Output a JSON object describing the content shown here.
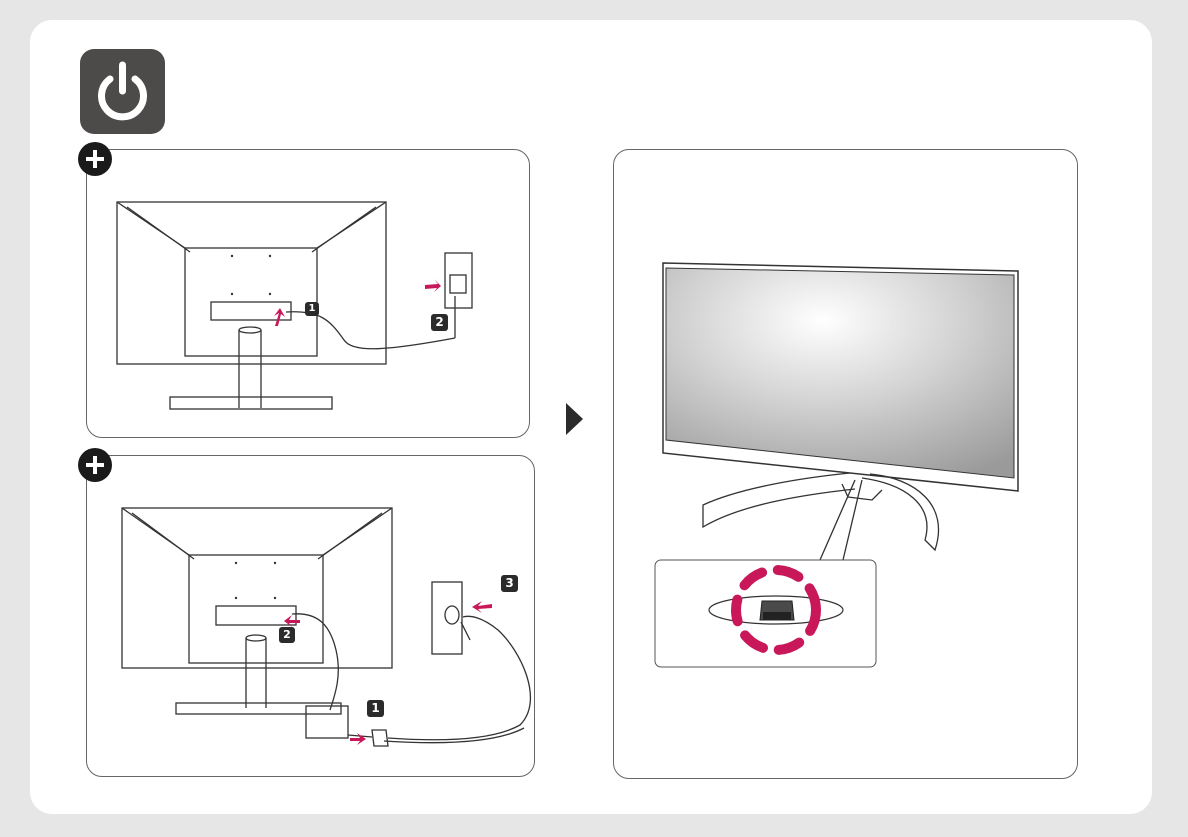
{
  "header": {
    "icon": "power-icon"
  },
  "panels": {
    "connect_cable": {
      "icon": "plus-icon",
      "step_labels": [
        "1",
        "2"
      ]
    },
    "connect_adapter": {
      "icon": "plus-icon",
      "step_labels": [
        "1",
        "2",
        "3"
      ]
    },
    "power_on": {
      "callout": "joystick-button"
    }
  },
  "colors": {
    "accent": "#c8185a",
    "tile": "#4d4a4a",
    "line": "#333333"
  }
}
